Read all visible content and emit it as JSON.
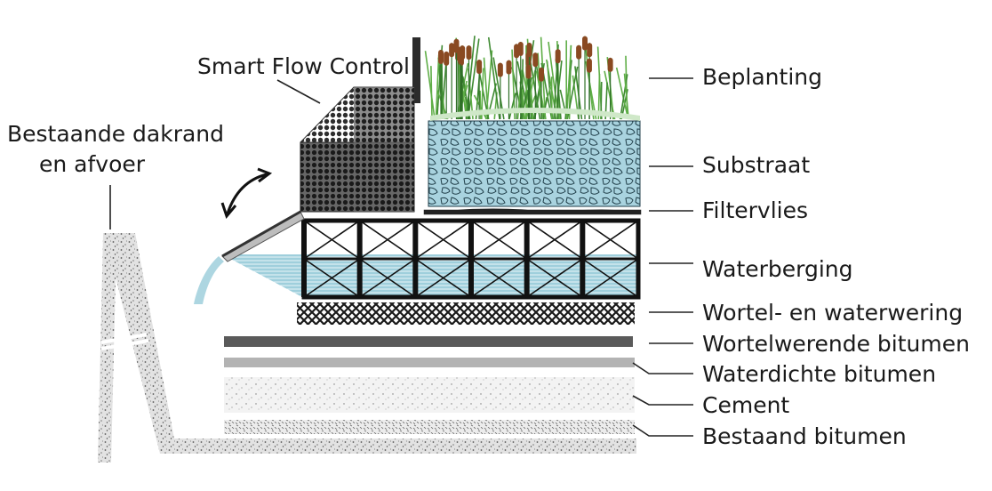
{
  "labels": {
    "existing_edge_line1": "Bestaande dakrand",
    "existing_edge_line2": "en afvoer",
    "smart_flow_control": "Smart Flow Control",
    "planting": "Beplanting",
    "substrate": "Substraat",
    "filter_fleece": "Filtervlies",
    "water_storage": "Waterberging",
    "root_water_barrier": "Wortel- en waterwering",
    "root_resistant_bitumen": "Wortelwerende bitumen",
    "waterproof_bitumen": "Waterdichte bitumen",
    "cement": "Cement",
    "existing_bitumen": "Bestaand bitumen"
  },
  "colors": {
    "water": "#8cc4d4",
    "water_dark": "#3d8fa8",
    "substrate": "#a9d3df",
    "bitumen_dark": "#5a5a5a",
    "bitumen_light": "#b3b3b3",
    "plant_green": "#3f8a32",
    "cattail_brown": "#8a4a22"
  },
  "icons": {
    "tilt_arrow": "curved-double-arrow-icon"
  }
}
